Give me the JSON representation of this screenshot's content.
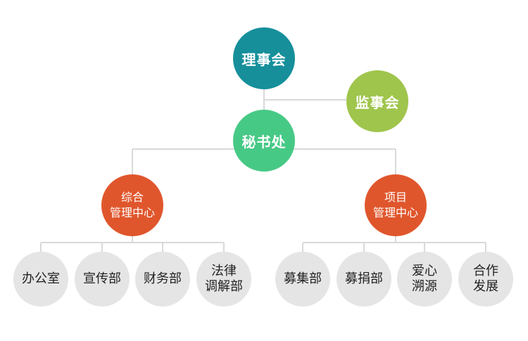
{
  "colors": {
    "council": "#168f9b",
    "supervisors": "#9fc54c",
    "secretariat": "#47c986",
    "center": "#e0562c",
    "leaf": "#e5e5e5",
    "line": "#d9d9d9"
  },
  "nodes": {
    "council": "理事会",
    "supervisors": "监事会",
    "secretariat": "秘书处",
    "general_center": {
      "line1": "综合",
      "line2": "管理中心"
    },
    "project_center": {
      "line1": "项目",
      "line2": "管理中心"
    },
    "office": "办公室",
    "publicity": "宣传部",
    "finance": "财务部",
    "legal": {
      "line1": "法律",
      "line2": "调解部"
    },
    "fundraising": "募集部",
    "donation": "募捐部",
    "traceability": {
      "line1": "爱心",
      "line2": "溯源"
    },
    "cooperation": {
      "line1": "合作",
      "line2": "发展"
    }
  }
}
